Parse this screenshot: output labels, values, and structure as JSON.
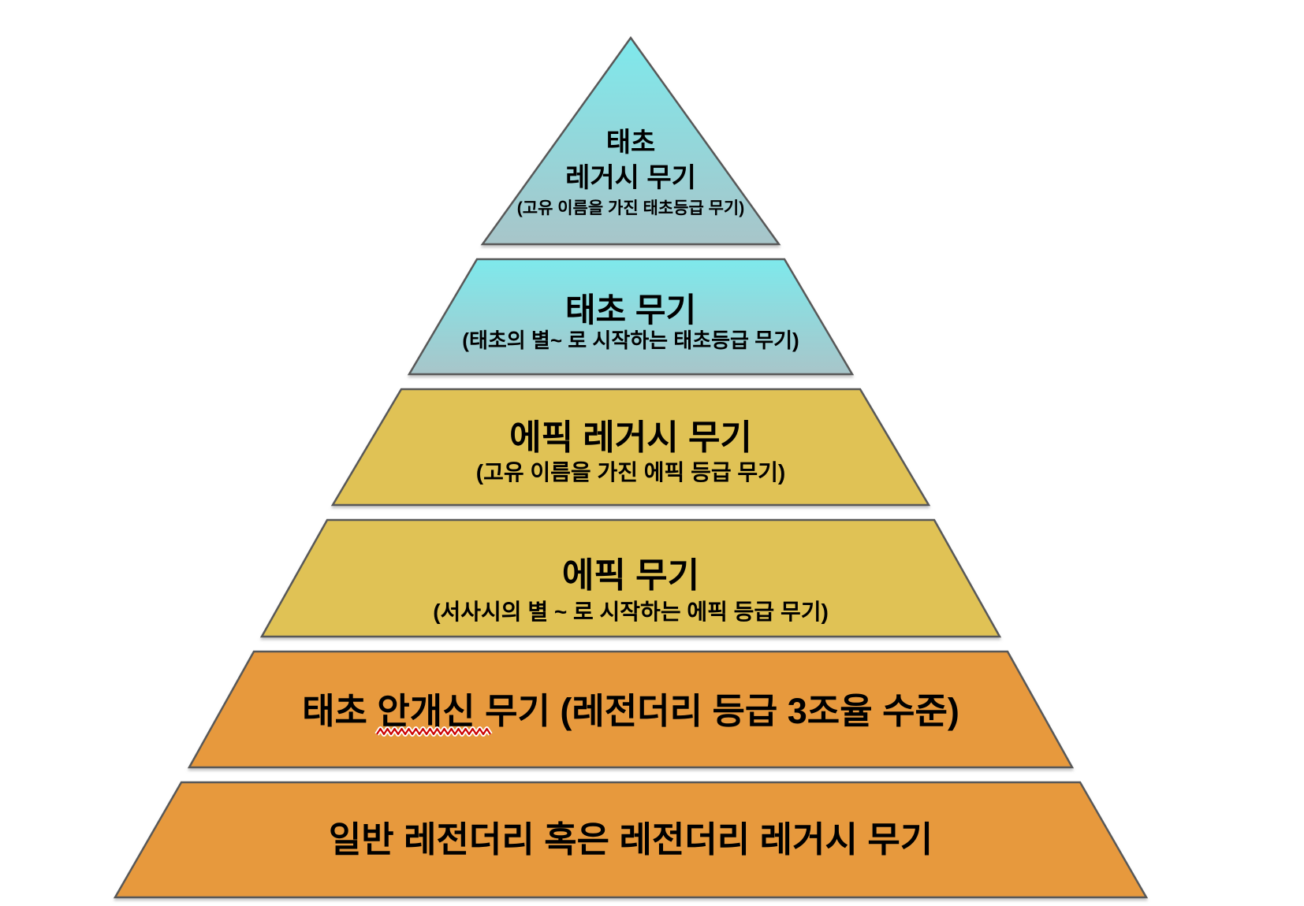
{
  "diagram": {
    "type": "pyramid",
    "orientation": "apex-up",
    "level_count": 6,
    "background": "#ffffff",
    "border_color": "#595959",
    "text_color": "#000000",
    "cyan_gradient": {
      "top": "#7ee9ec",
      "bottom": "#a8c5c9"
    },
    "gold_fill": "#e0c254",
    "orange_fill": "#e7993c",
    "spellcheck_color": "#cc0000",
    "levels": [
      {
        "rank": 1,
        "title_line1": "태초",
        "title_line2": "레거시 무기",
        "subtitle": "(고유 이름을 가진 태초등급 무기)",
        "fill_style": "cyan-gradient"
      },
      {
        "rank": 2,
        "title": "태초 무기",
        "subtitle": "(태초의 별~ 로 시작하는 태초등급 무기)",
        "fill_style": "cyan-gradient"
      },
      {
        "rank": 3,
        "title": "에픽 레거시 무기",
        "subtitle": "(고유 이름을 가진 에픽 등급 무기)",
        "fill": "#e0c254"
      },
      {
        "rank": 4,
        "title": "에픽 무기",
        "subtitle": "(서사시의 별 ~ 로 시작하는 에픽 등급 무기)",
        "fill": "#e0c254"
      },
      {
        "rank": 5,
        "title": "태초 안개신 무기 (레전더리 등급 3조율 수준)",
        "spellcheck_underlined_word": "안개신",
        "fill": "#e7993c"
      },
      {
        "rank": 6,
        "title": "일반 레전더리 혹은 레전더리 레거시 무기",
        "fill": "#e7993c"
      }
    ]
  }
}
